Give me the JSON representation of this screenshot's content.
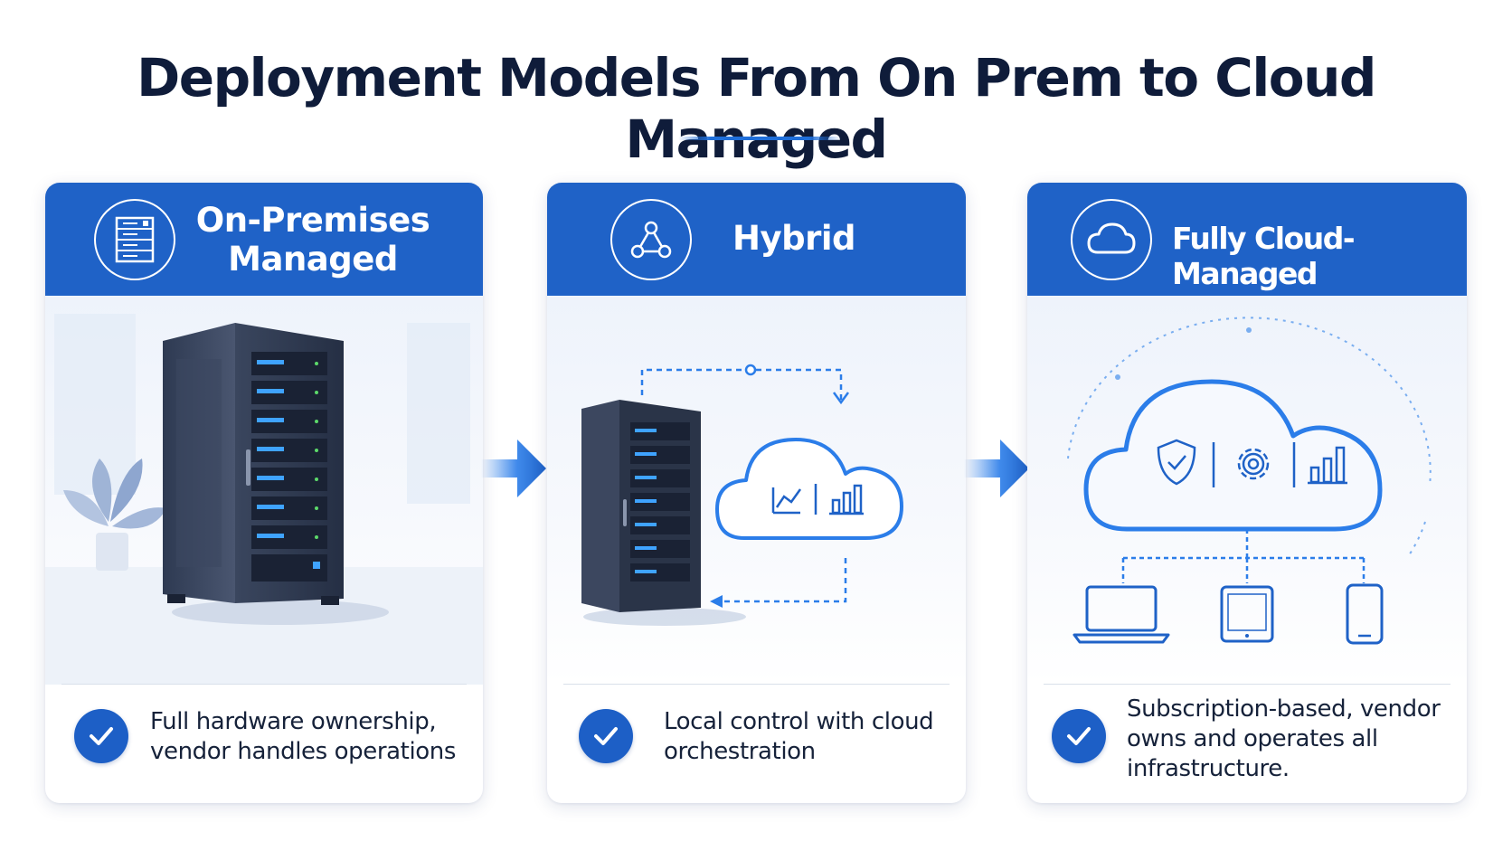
{
  "title": "Deployment Models From On Prem to Cloud Managed",
  "colors": {
    "header_blue": "#1f62c7",
    "accent_blue": "#2b7de9",
    "title_navy": "#0f1c3a"
  },
  "cards": [
    {
      "title_line1": "On-Premises",
      "title_line2": "Managed",
      "header_icon": "server-rack-icon",
      "illustration": "server-rack-in-office",
      "check_icon": "check-icon",
      "description": "Full hardware ownership, vendor handles operations"
    },
    {
      "title": "Hybrid",
      "header_icon": "network-nodes-icon",
      "illustration": "server-and-cloud-sync",
      "check_icon": "check-icon",
      "description": "Local control with cloud orchestration"
    },
    {
      "title": "Fully Cloud-Managed",
      "header_icon": "cloud-icon",
      "illustration": "cloud-to-devices",
      "check_icon": "check-icon",
      "description": "Subscription-based, vendor owns and operates all infrastructure."
    }
  ],
  "flow_arrows": [
    "arrow-right-icon",
    "arrow-right-icon"
  ]
}
